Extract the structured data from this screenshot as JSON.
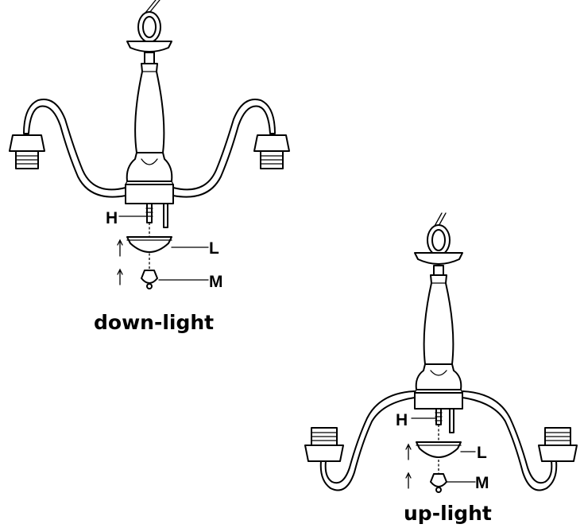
{
  "figures": [
    {
      "id": "down",
      "caption": "down-light",
      "labels": {
        "h": "H",
        "l": "L",
        "m": "M"
      }
    },
    {
      "id": "up",
      "caption": "up-light",
      "labels": {
        "h": "H",
        "l": "L",
        "m": "M"
      }
    }
  ],
  "colors": {
    "line": "#000000",
    "background": "#ffffff"
  }
}
